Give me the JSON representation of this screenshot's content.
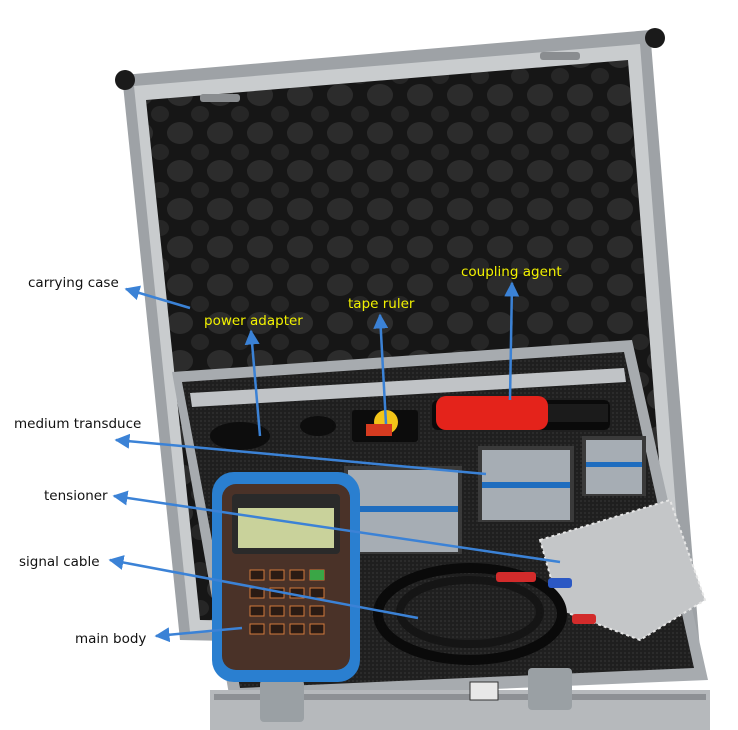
{
  "labels": {
    "carrying_case": "carrying case",
    "power_adapter": "power adapter",
    "tape_ruler": "tape ruler",
    "coupling_agent": "coupling agent",
    "medium_transducer": "medium transduce",
    "tensioner": "tensioner",
    "signal_cable": "signal cable",
    "main_body": "main body"
  },
  "colors": {
    "arrow": "#3b82d6",
    "callout_on_photo": "#f2f200",
    "callout_on_white": "#111111",
    "case_frame": "#b9bcbf",
    "foam": "#1c1c1c",
    "device_housing": "#2a7fd0",
    "transducer": "#a4abb2",
    "coupling_tube": "#e4231b"
  },
  "icons": {
    "arrow": "arrowhead-icon"
  }
}
